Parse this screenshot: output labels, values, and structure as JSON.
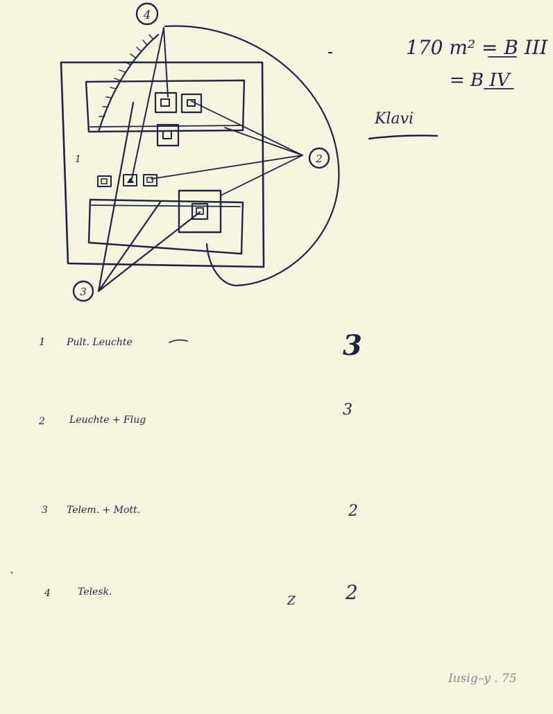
{
  "sketch": {
    "callouts": [
      "4",
      "2",
      "3"
    ],
    "unit_number": "1"
  },
  "notes_top": {
    "line1": "170 m² = B III",
    "line2": "= B IV",
    "underline_word": "Klavi"
  },
  "list": [
    {
      "num": "1",
      "text": "Pult. Leuchte",
      "value": "3"
    },
    {
      "num": "2",
      "text": "Leuchte + Flug",
      "value": "3"
    },
    {
      "num": "3",
      "text": "Telem. + Mott.",
      "value": "2"
    },
    {
      "num": "4",
      "text": "Telesk.",
      "value": "2"
    }
  ],
  "stray_mark": "Z",
  "footer_date": "Iusig–y . 75",
  "colors": {
    "ink": "#1e2540",
    "paper": "#f6f3de",
    "faint": "#8a8a90"
  }
}
